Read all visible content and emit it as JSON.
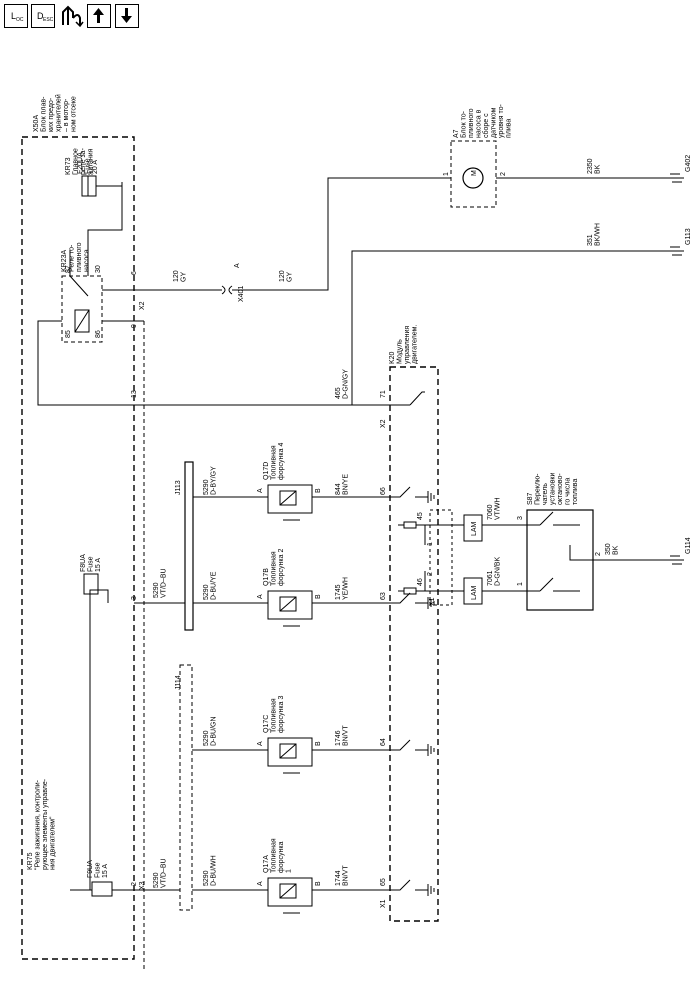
{
  "toolbar": {
    "loc_main": "L",
    "loc_sub": "OC",
    "desc_main": "D",
    "desc_sub": "ESC",
    "icons": [
      "location-button",
      "description-button",
      "connector-swap-icon",
      "arrow-up-icon",
      "arrow-down-icon"
    ]
  },
  "x50a": {
    "label": "X50A\nБлок плав-\nких предо-\nхранителей\n– в мотор-\nном отсеке"
  },
  "kr73": {
    "label": "KR73\nГлавное\nреле за-\nжигания"
  },
  "f20ua": {
    "label": "F20UA\nFuse\n20 A"
  },
  "kr23a": {
    "label": "KR23A\nРеле то-\nпливного\nнасоса"
  },
  "relay_pins": {
    "p87": "87",
    "p85": "85",
    "p30": "30",
    "p86": "86"
  },
  "x2_pins": {
    "p6": "6",
    "p9": "9",
    "p13": "13",
    "label": "X2"
  },
  "x401": {
    "label": "X401",
    "pin": "A"
  },
  "wires": {
    "w120_a": "120\nGY",
    "w120_b": "120\nGY",
    "w2350": "2350\nBK",
    "w351": "351\nBK/WH",
    "w465": "465\nD-GN/GY",
    "w5290_d": "5290\nD-BY/GY",
    "w5290_b": "5290\nD-BU/YE",
    "w5290_c": "5290\nD-BU/GN",
    "w5290_a": "5290\nD-BU/WH",
    "w5290_vt1": "5290\nVT/D–BU",
    "w5290_vt2": "5290\nVT/D–BU",
    "w844": "844\nBN/YE",
    "w1745": "1745\nYE/WH",
    "w1746": "1746\nBN/VT",
    "w1744": "1744\nBN/VT",
    "w7060": "7060\nVT/WH",
    "w7061": "7061\nD-GN/BK",
    "w350": "350\nBK"
  },
  "a7": {
    "label": "A7\nБлок то-\nпливного\nнасоса в\nсборе с\nдатчиком\nуровня то-\nплива",
    "pin1": "1",
    "pin2": "2",
    "motor": "M"
  },
  "grounds": {
    "g402": "G402",
    "g113": "G113",
    "g114": "G114"
  },
  "k20": {
    "label": "K20\nМодуль\nуправления\nдвигателем.",
    "pin71": "71",
    "x2": "X2",
    "pin66": "66",
    "pin63": "63",
    "pin64": "64",
    "pin65": "65",
    "pin45": "45",
    "pin46": "46",
    "x1": "X1",
    "x1b": "X1"
  },
  "j113": {
    "label": "J113"
  },
  "j114": {
    "label": "J114"
  },
  "q17d": {
    "label": "Q17D\nТопливная\nфорсунка 4",
    "a": "A",
    "b": "B"
  },
  "q17b": {
    "label": "Q17B\nТопливная\nфорсунка 2",
    "a": "A",
    "b": "B"
  },
  "q17c": {
    "label": "Q17C\nТопливная\nфорсунка 3",
    "a": "A",
    "b": "B"
  },
  "q17a": {
    "label": "Q17A\nТопливная\nфорсунка\n1",
    "a": "A",
    "b": "B"
  },
  "f8ua": {
    "label": "F8UA\nFuse\n15 A",
    "pin": "3"
  },
  "f9ua": {
    "label": "F9UA\nFuse\n15 A",
    "pin": "2"
  },
  "x3": {
    "label": "X3"
  },
  "kr75": {
    "label": "KR75\n\"Реле зажигания, контроли-\nрующее элементы управле-\nния двигателем\""
  },
  "s87": {
    "label": "S87\nПереклю-\nчатель\nустановки\nоктаново-\nго числа\nтоплива",
    "pin3": "3",
    "pin2": "2",
    "pin1": "1"
  },
  "lam": {
    "l1": "LAM",
    "l2": "LAM"
  },
  "sw_arrows": {
    "a1": "1",
    "a2": "2"
  }
}
